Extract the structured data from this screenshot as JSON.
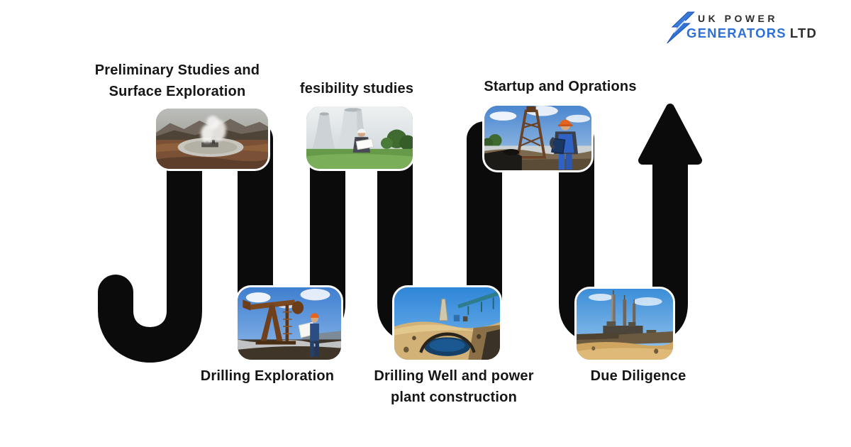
{
  "logo": {
    "line1": "UK POWER",
    "line2": "GENERATORS",
    "line2_suffix": "LTD",
    "icon": "lightning-bolt",
    "accent_blue": "#2E6FD8",
    "text_dark": "#2D2D2D"
  },
  "flow": {
    "type": "snake-process-ribbon",
    "ribbon_color": "#0B0B0B",
    "terminus": "upward-arrow-top-right",
    "stages": [
      {
        "position": "top-1",
        "label": "Preliminary Studies and Surface Exploration",
        "photo": "aerial-geothermal-field-with-steam"
      },
      {
        "position": "top-2",
        "label": "fesibility studies",
        "photo": "engineer-with-blueprints-at-cooling-towers"
      },
      {
        "position": "top-3",
        "label": "Startup and Oprations",
        "photo": "technician-with-tablet-at-drilling-rig"
      },
      {
        "position": "bottom-1",
        "label": "Drilling Exploration",
        "photo": "pumpjack-with-worker-holding-plans"
      },
      {
        "position": "bottom-2",
        "label": "Drilling Well and power plant construction",
        "photo": "desert-drill-site-with-pond"
      },
      {
        "position": "bottom-3",
        "label": "Due Diligence",
        "photo": "power-station-chimneys-in-desert"
      }
    ]
  }
}
